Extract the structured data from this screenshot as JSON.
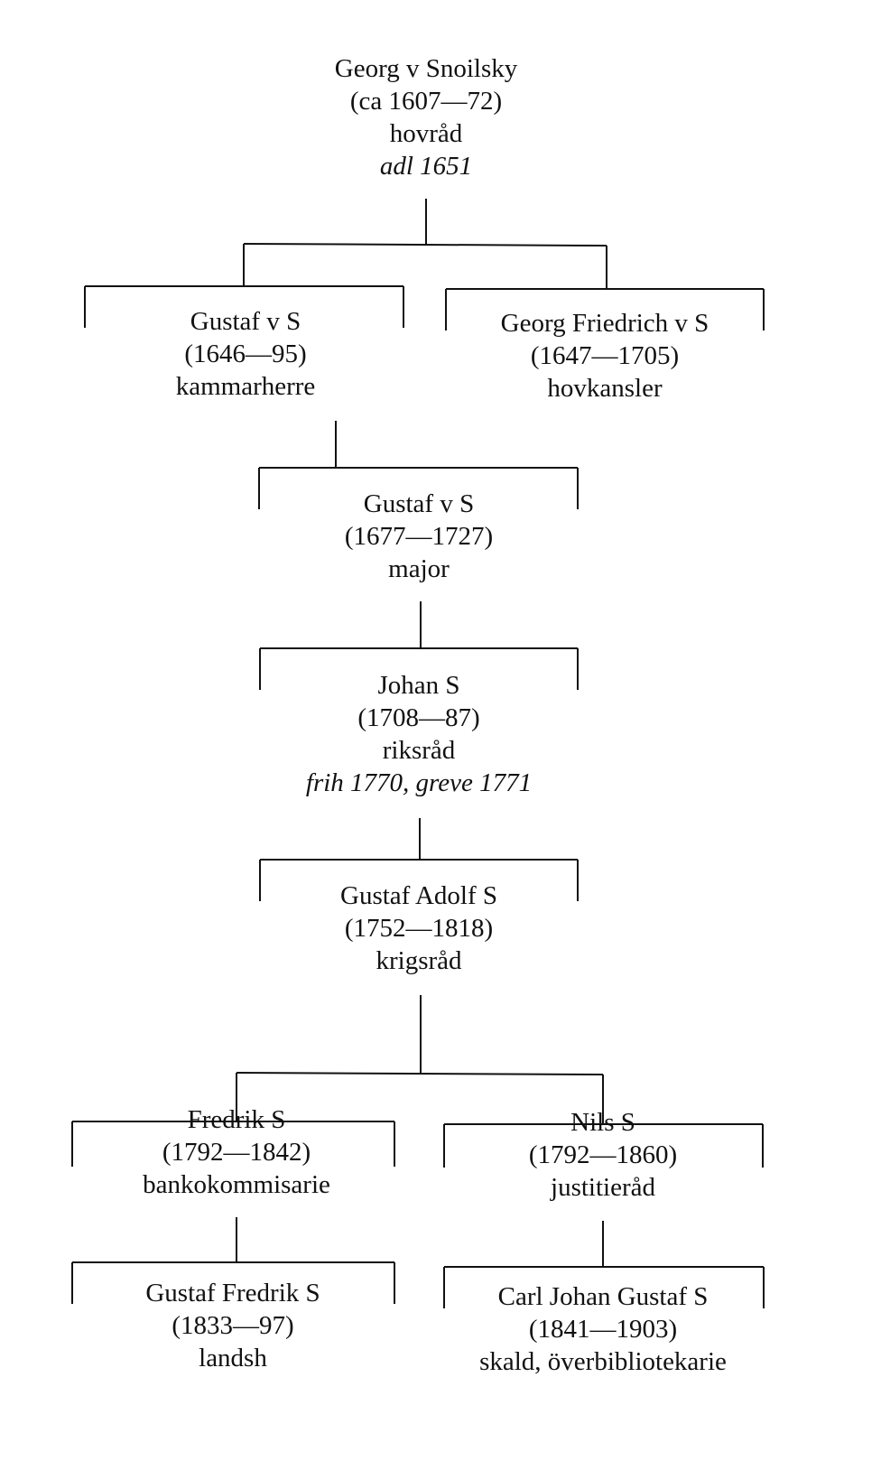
{
  "diagram": {
    "type": "family-tree",
    "nodes": [
      {
        "id": "georg",
        "name": "Georg v Snoilsky",
        "dates": "(ca 1607—72)",
        "title": "hovråd",
        "note": "adl 1651",
        "parent": null
      },
      {
        "id": "gustaf1",
        "name": "Gustaf v S",
        "dates": "(1646—95)",
        "title": "kammarherre",
        "note": null,
        "parent": "georg"
      },
      {
        "id": "georgfr",
        "name": "Georg Friedrich v S",
        "dates": "(1647—1705)",
        "title": "hovkansler",
        "note": null,
        "parent": "georg"
      },
      {
        "id": "gustaf2",
        "name": "Gustaf v S",
        "dates": "(1677—1727)",
        "title": "major",
        "note": null,
        "parent": "gustaf1"
      },
      {
        "id": "johan",
        "name": "Johan S",
        "dates": "(1708—87)",
        "title": "riksråd",
        "note": "frih 1770, greve 1771",
        "parent": "gustaf2"
      },
      {
        "id": "gustafadolf",
        "name": "Gustaf Adolf S",
        "dates": "(1752—1818)",
        "title": "krigsråd",
        "note": null,
        "parent": "johan"
      },
      {
        "id": "fredrik",
        "name": "Fredrik S",
        "dates": "(1792—1842)",
        "title": "bankokommisarie",
        "note": null,
        "parent": "gustafadolf"
      },
      {
        "id": "nils",
        "name": "Nils S",
        "dates": "(1792—1860)",
        "title": "justitieråd",
        "note": null,
        "parent": "gustafadolf"
      },
      {
        "id": "gustaffr",
        "name": "Gustaf Fredrik S",
        "dates": "(1833—97)",
        "title": "landsh",
        "note": null,
        "parent": "fredrik"
      },
      {
        "id": "carljohan",
        "name": "Carl Johan Gustaf S",
        "dates": "(1841—1903)",
        "title": "skald, överbibliotekarie",
        "note": null,
        "parent": "nils"
      }
    ]
  }
}
